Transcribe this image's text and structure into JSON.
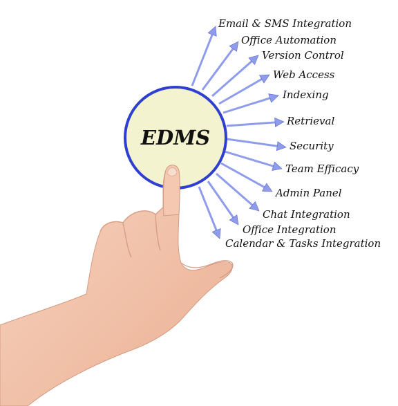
{
  "diagram": {
    "center": {
      "label": "EDMS"
    },
    "features": [
      "Email & SMS Integration",
      "Office Automation",
      "Version Control",
      "Web Access",
      "Indexing",
      "Retrieval",
      "Security",
      "Team Efficacy",
      "Admin Panel",
      "Chat Integration",
      "Office Integration",
      "Calendar & Tasks Integration"
    ]
  },
  "colors": {
    "circle_fill": "#f4f3cf",
    "circle_stroke": "#2f3fcf",
    "arrow": "#8f9cec",
    "arrow_outline": "#5a68c4",
    "text": "#111111",
    "skin": "#f2c4ae",
    "skin_shadow": "#d99f88"
  }
}
